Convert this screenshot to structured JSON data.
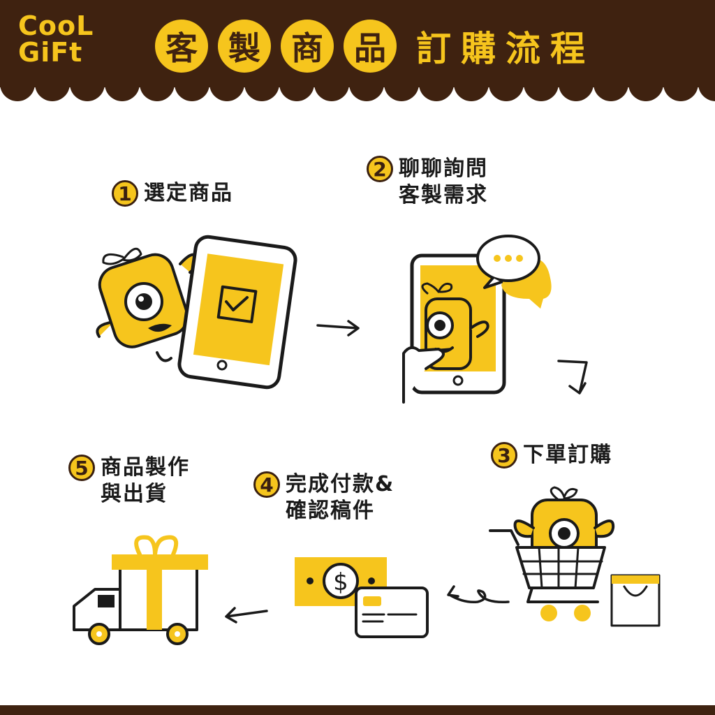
{
  "logo": {
    "line1": "CooL",
    "line2": "GiFt"
  },
  "title": {
    "c1": "客",
    "c2": "製",
    "c3": "商",
    "c4": "品",
    "plain": "訂購流程"
  },
  "steps": [
    {
      "num": "1",
      "line1": "選定商品"
    },
    {
      "num": "2",
      "line1": "聊聊詢問",
      "line2": "客製需求"
    },
    {
      "num": "3",
      "line1": "下單訂購"
    },
    {
      "num": "4",
      "line1": "完成付款&",
      "line2": "確認稿件"
    },
    {
      "num": "5",
      "line1": "商品製作",
      "line2": "與出貨"
    }
  ],
  "money_symbol": "$",
  "colors": {
    "brown": "#3f2210",
    "yellow": "#f6c51d",
    "ink": "#1a1a1a"
  }
}
